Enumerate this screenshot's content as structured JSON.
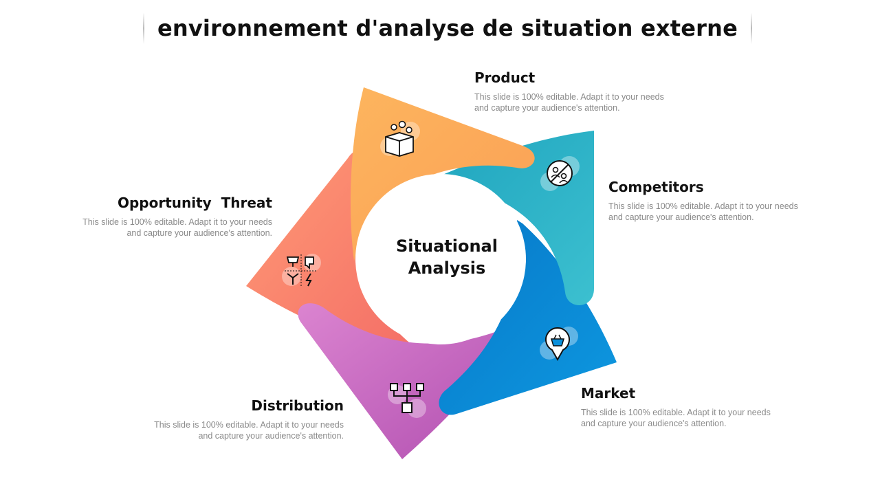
{
  "title": "environnement d'analyse de situation externe",
  "center": {
    "line1": "Situational",
    "line2": "Analysis"
  },
  "segments": [
    {
      "id": "product",
      "heading": "Product",
      "description": "This slide is 100% editable. Adapt it to your needs and capture your audience's attention.",
      "color": "#FDB55E",
      "icon": "box-icon"
    },
    {
      "id": "competitors",
      "heading": "Competitors",
      "description": "This slide is 100% editable. Adapt it to your needs and capture your audience's attention.",
      "color": "#32B8CC",
      "icon": "competitors-icon"
    },
    {
      "id": "market",
      "heading": "Market",
      "description": "This slide is 100% editable. Adapt it to your needs and capture your audience's attention.",
      "color": "#0A8FDB",
      "icon": "basket-pin-icon"
    },
    {
      "id": "distribution",
      "heading": "Distribution",
      "description": "This slide is 100% editable. Adapt it to your needs and capture your audience's attention.",
      "color": "#D57ACB",
      "icon": "hierarchy-icon"
    },
    {
      "id": "opportunity",
      "heading": "Opportunity  Threat",
      "description": "This slide is 100% editable. Adapt it to your needs and capture your audience's attention.",
      "color": "#FF8A6E",
      "icon": "swot-icon"
    }
  ]
}
